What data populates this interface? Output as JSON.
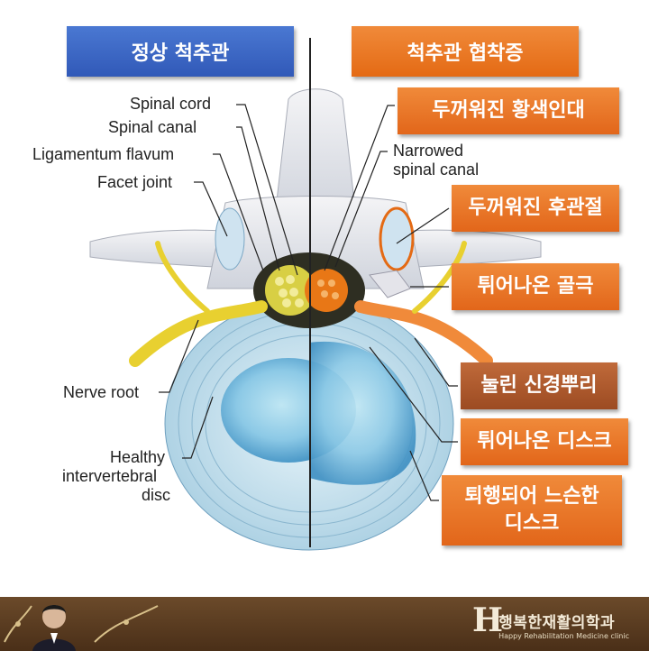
{
  "header_left": "정상 척추관",
  "header_right": "척추관 협착증",
  "left_labels": {
    "spinal_cord": "Spinal cord",
    "spinal_canal": "Spinal canal",
    "ligamentum_flavum": "Ligamentum flavum",
    "facet_joint": "Facet joint",
    "nerve_root": "Nerve root",
    "healthy_disc_line1": "Healthy",
    "healthy_disc_line2": "intervertebral",
    "healthy_disc_line3": "disc"
  },
  "right_labels": {
    "narrowed_line1": "Narrowed",
    "narrowed_line2": "spinal canal",
    "thick_ligament": "두꺼워진 황색인대",
    "thick_facet": "두꺼워진 후관절",
    "bone_spur": "튀어나온 골극",
    "compressed_nerve": "눌린 신경뿌리",
    "herniated_disc": "튀어나온 디스크",
    "degenerated_disc_line1": "퇴행되어 느슨한",
    "degenerated_disc_line2": "디스크"
  },
  "footer": {
    "clinic_name": "행복한재활의학과",
    "clinic_sub": "Happy Rehabilitation Medicine clinic",
    "logo_letter": "H"
  }
}
